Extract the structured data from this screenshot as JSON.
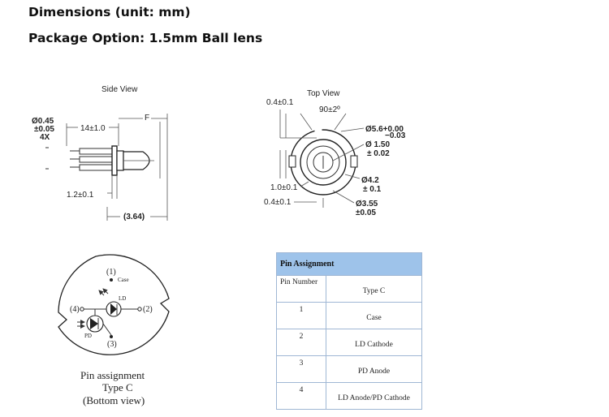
{
  "headings": {
    "dimensions": "Dimensions (unit: mm)",
    "package": "Package Option: 1.5mm Ball lens"
  },
  "side_view": {
    "title": "Side View",
    "lead_dia_1": "Ø0.45",
    "lead_dia_2": "±0.05",
    "lead_dia_3": "4X",
    "lead_length": "14±1.0",
    "f_label": "F",
    "base": "1.2±0.1",
    "overall": "(3.64)"
  },
  "top_view": {
    "title": "Top View",
    "tab_width": "0.4±0.1",
    "angle": "90±2º",
    "d1a": "Ø5.6+0.00",
    "d1b": "−0.03",
    "d2a": "Ø 1.50",
    "d2b": "± 0.02",
    "d3a": "Ø4.2",
    "d3b": "± 0.1",
    "notch": "1.0±0.1",
    "tab_bottom": "0.4±0.1",
    "d4a": "Ø3.55",
    "d4b": "±0.05"
  },
  "pin_diagram": {
    "pin1": "(1)",
    "case": "Case",
    "ld": "LD",
    "pin2": "(2)",
    "pin4": "(4)",
    "pd": "PD",
    "pin3": "(3)",
    "caption1": "Pin assignment",
    "caption2": "Type C",
    "caption3": "(Bottom view)"
  },
  "pin_table": {
    "title": "Pin Assignment",
    "col1_header": "Pin Number",
    "col2_header": "Type C",
    "rows": [
      {
        "pin": "1",
        "func": "Case"
      },
      {
        "pin": "2",
        "func": "LD Cathode"
      },
      {
        "pin": "3",
        "func": "PD Anode"
      },
      {
        "pin": "4",
        "func": "LD Anode/PD Cathode"
      }
    ]
  }
}
